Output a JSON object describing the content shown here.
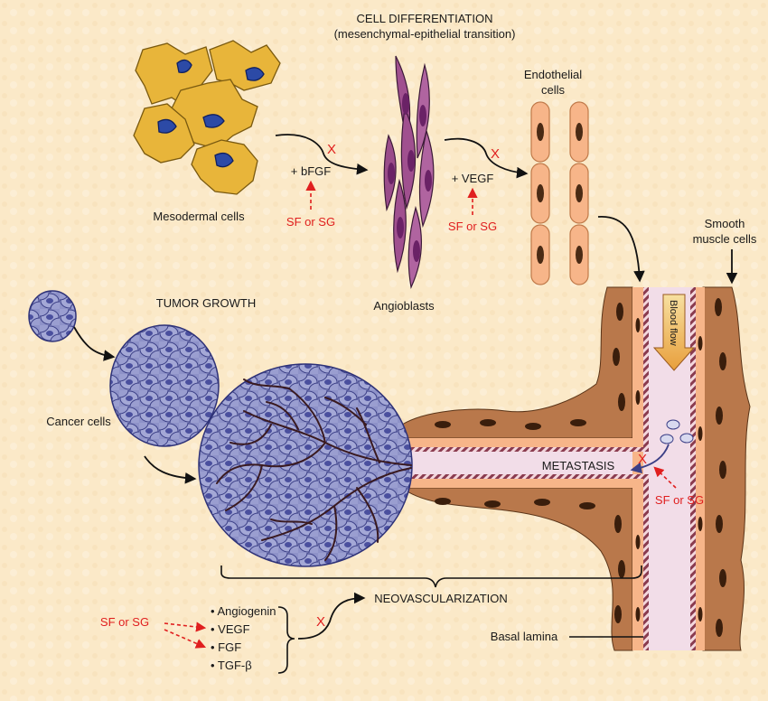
{
  "titles": {
    "cell_differentiation": "CELL DIFFERENTIATION",
    "mesenchymal": "(mesenchymal-epithelial transition)",
    "tumor_growth": "TUMOR GROWTH",
    "neovascularization": "NEOVASCULARIZATION",
    "metastasis": "METASTASIS"
  },
  "labels": {
    "mesodermal_cells": "Mesodermal cells",
    "angioblasts": "Angioblasts",
    "endothelial_line1": "Endothelial",
    "endothelial_line2": "cells",
    "smooth_line1": "Smooth",
    "smooth_line2": "muscle cells",
    "cancer_cells": "Cancer cells",
    "blood_flow": "Blood flow",
    "basal_lamina": "Basal lamina"
  },
  "factors": {
    "bfgf": "+ bFGF",
    "vegf": "+ VEGF",
    "list": [
      "• Angiogenin",
      "• VEGF",
      "• FGF",
      "• TGF-β"
    ]
  },
  "inhibitors": {
    "sf_sg": "SF or SG",
    "block_mark": "X"
  },
  "colors": {
    "background": "#fbe9c8",
    "mesodermal": "#e8b53a",
    "nucleus": "#2c4aa6",
    "angioblast": "#a0508f",
    "endothelial": "#f7b589",
    "cancer": "#6f74b5",
    "vessel_wall": "#b9784b",
    "inhibitor": "#e01f1f"
  }
}
